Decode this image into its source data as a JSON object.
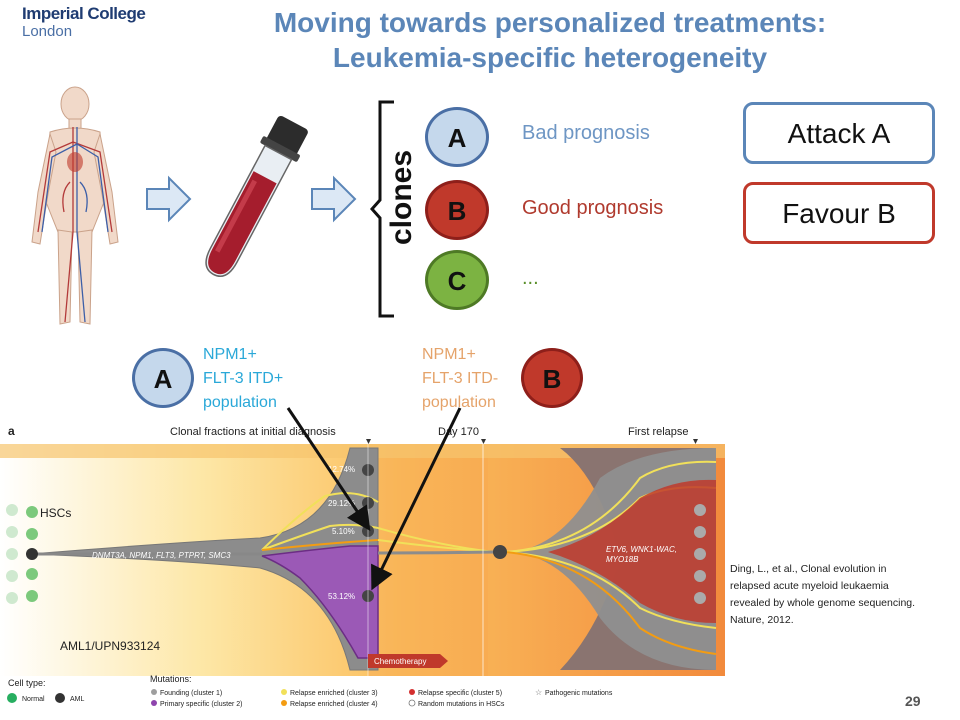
{
  "header": {
    "logo_line1": "Imperial College",
    "logo_line2": "London",
    "title_line1": "Moving towards personalized treatments:",
    "title_line2": "Leukemia-specific heterogeneity"
  },
  "clones_label": "clones",
  "clones": [
    {
      "letter": "A",
      "label": "Bad prognosis",
      "color": "#c5d8ec",
      "border": "#4a6fa5",
      "label_color": "#6e96c4"
    },
    {
      "letter": "B",
      "label": "Good prognosis",
      "color": "#c0392b",
      "border": "#8e1f1a",
      "label_color": "#b03a2e"
    },
    {
      "letter": "C",
      "label": "...",
      "color": "#7cb342",
      "border": "#4e7a25",
      "label_color": "#5a8f2a"
    }
  ],
  "actions": {
    "attack": "Attack A",
    "favour": "Favour B",
    "attack_color": "#5b86b8",
    "favour_color": "#c0392b"
  },
  "populations": {
    "a_letter": "A",
    "b_letter": "B",
    "a_lines": [
      "NPM1+",
      "FLT-3 ITD+",
      "population"
    ],
    "b_lines": [
      "NPM1+",
      "FLT-3 ITD-",
      "population"
    ],
    "a_text_color": "#2aa8d8",
    "b_text_color": "#e5a36a"
  },
  "figure": {
    "panel_label": "a",
    "timepoints": [
      "Clonal fractions at initial diagnosis",
      "Day 170",
      "First relapse"
    ],
    "hscs_label": "HSCs",
    "founding_mutations": "DNMT3A, NPM1, FLT3, PTPRT, SMC3",
    "relapse_mutations_1": "ETV6, WNK1-WAC,",
    "relapse_mutations_2": "MYO18B",
    "fractions": [
      "12.74%",
      "29.12%",
      "5.10%",
      "53.12%"
    ],
    "patient_id": "AML1/UPN933124",
    "treatment": "Chemotherapy",
    "legend": {
      "cell_type_title": "Cell type:",
      "normal": "Normal",
      "aml": "AML",
      "mutations_title": "Mutations:",
      "items": [
        {
          "label": "Founding (cluster 1)",
          "color": "#9e9e9e"
        },
        {
          "label": "Primary specific (cluster 2)",
          "color": "#8e44ad"
        },
        {
          "label": "Relapse enriched (cluster 3)",
          "color": "#f1e05a"
        },
        {
          "label": "Relapse enriched (cluster 4)",
          "color": "#f39c12"
        },
        {
          "label": "Relapse specific (cluster 5)",
          "color": "#d32f2f"
        },
        {
          "label": "Random mutations in HSCs",
          "color": "#ffffff"
        },
        {
          "label": "Pathogenic mutations",
          "color": "#ffffff"
        }
      ]
    }
  },
  "citation": [
    "Ding, L., et al., Clonal evolution in",
    "relapsed acute myeloid leukaemia",
    "revealed by whole genome sequencing.",
    "Nature, 2012."
  ],
  "page_number": "29"
}
